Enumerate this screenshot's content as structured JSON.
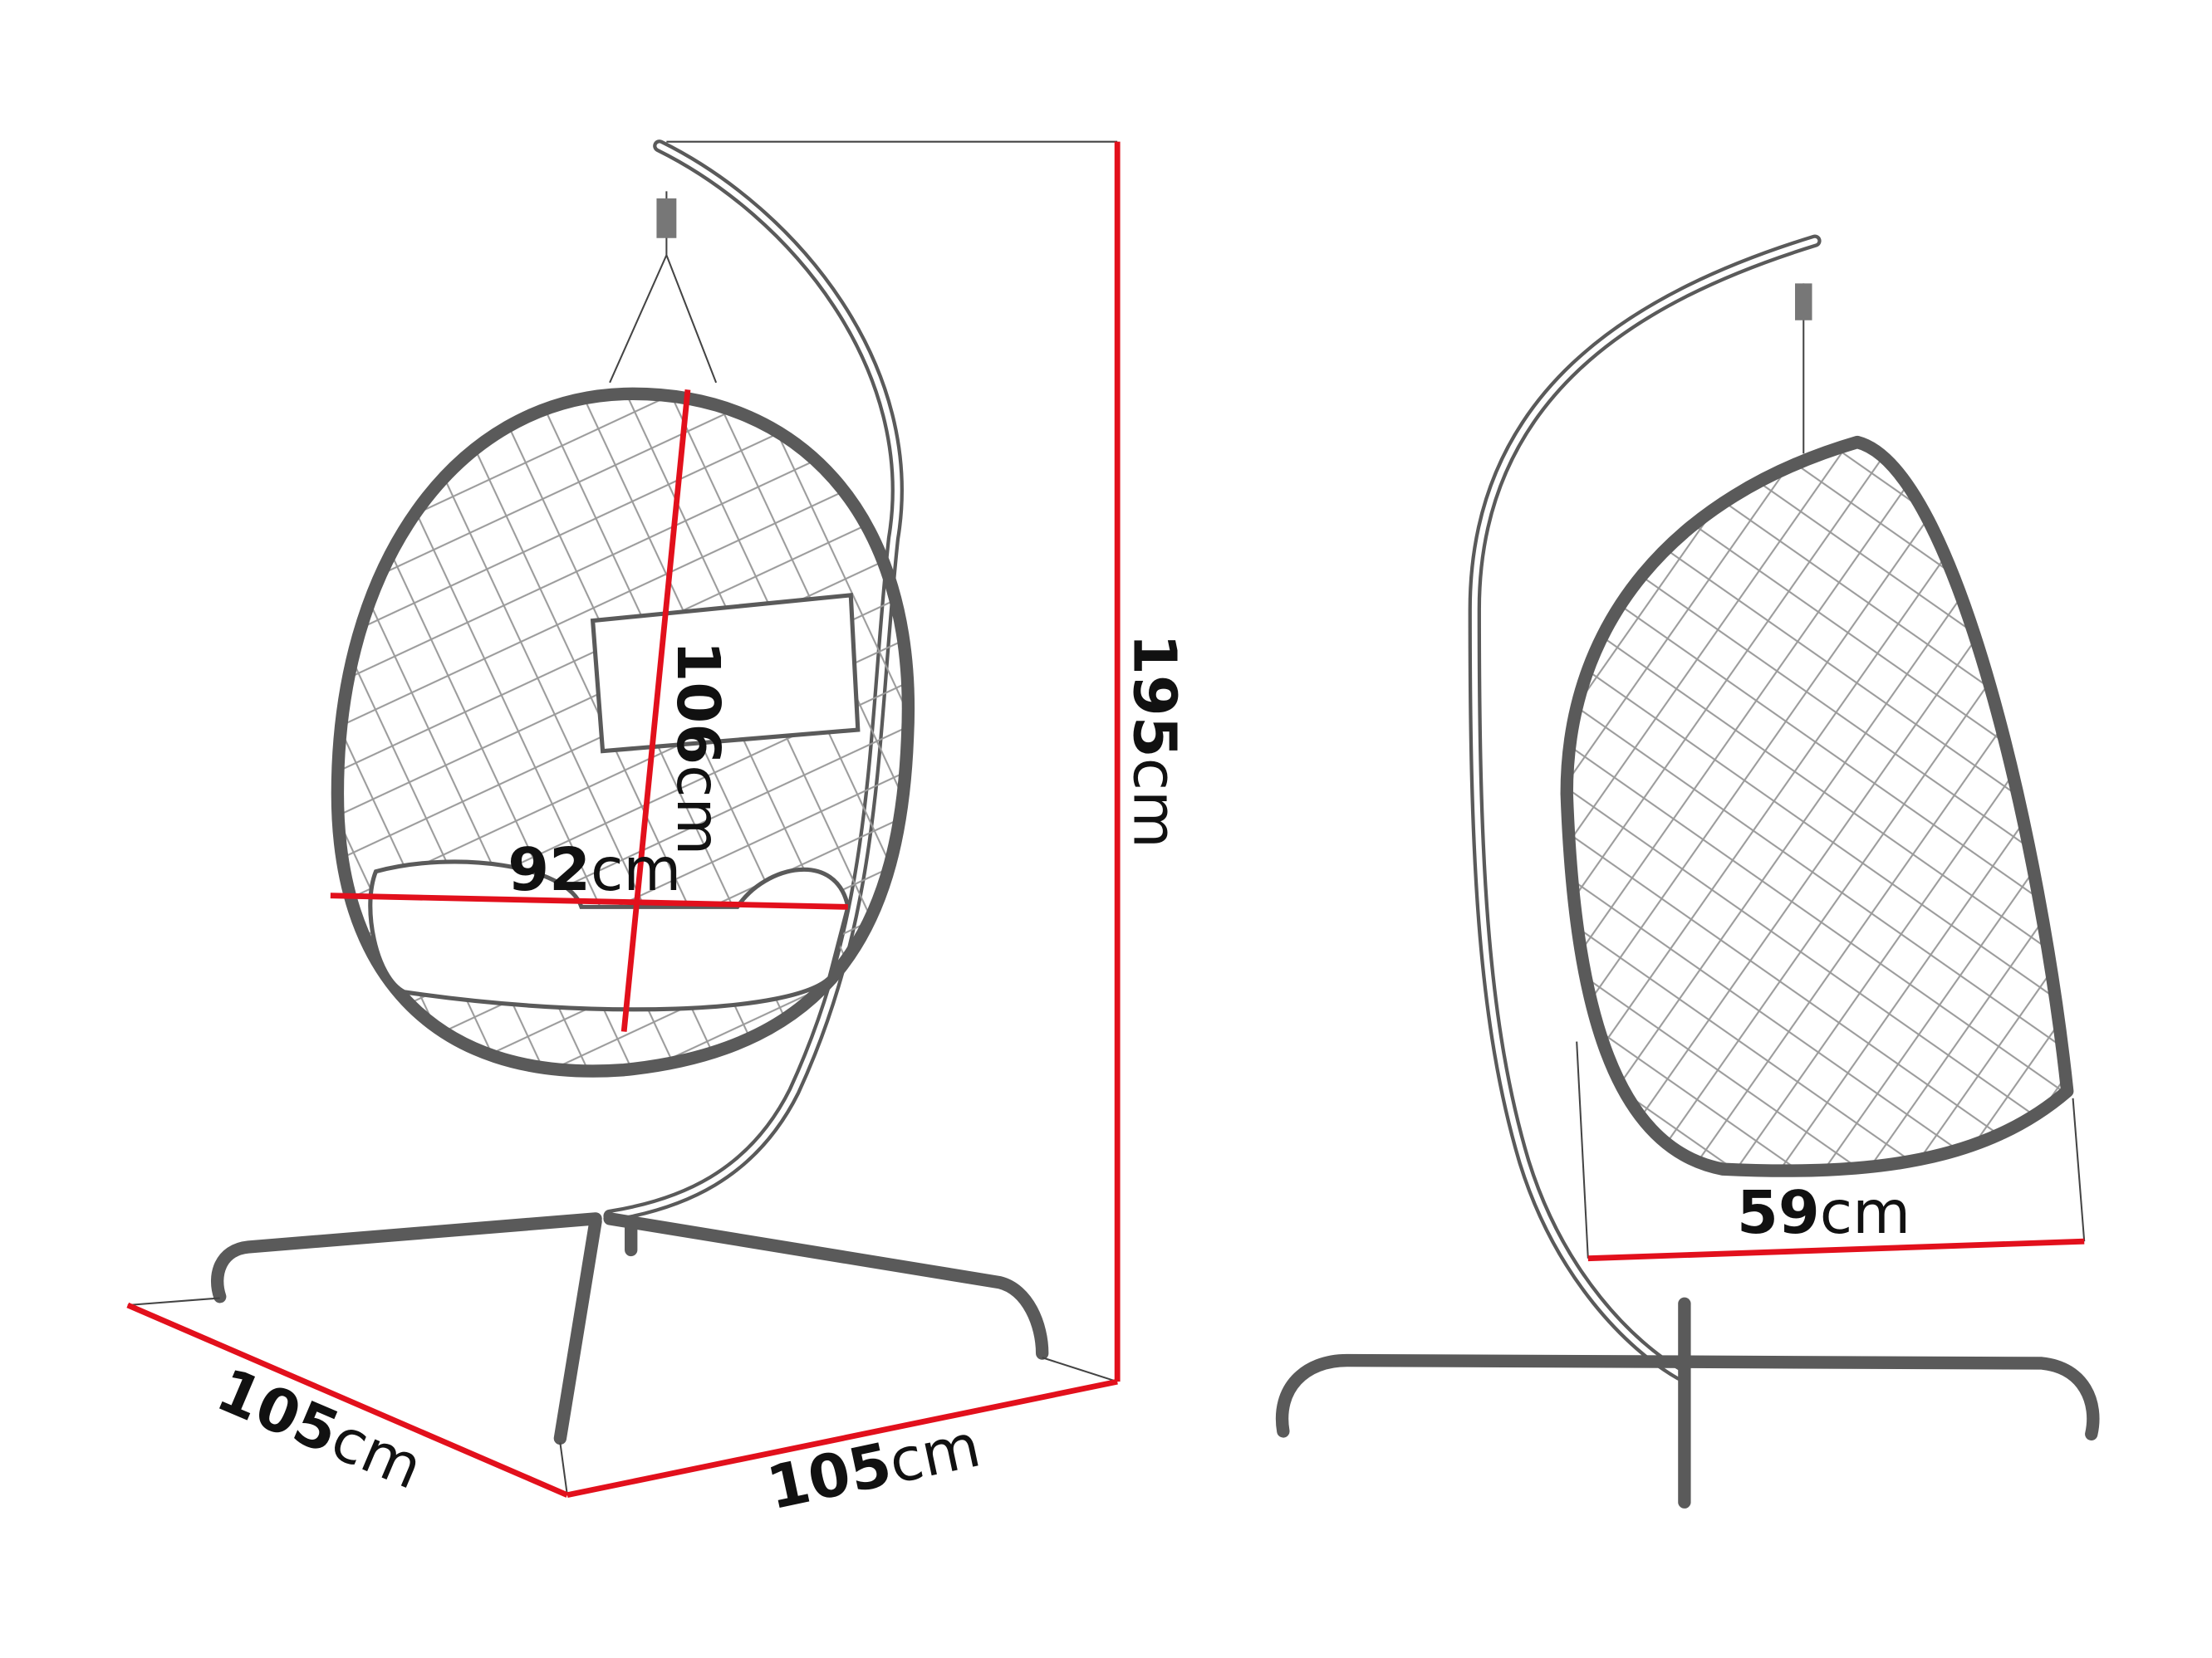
{
  "dimensions": {
    "height_total": {
      "value": "195",
      "unit": "cm"
    },
    "egg_height": {
      "value": "106",
      "unit": "cm"
    },
    "egg_width": {
      "value": "92",
      "unit": "cm"
    },
    "base_depth": {
      "value": "105",
      "unit": "cm"
    },
    "base_width": {
      "value": "105",
      "unit": "cm"
    },
    "egg_depth": {
      "value": "59",
      "unit": "cm"
    }
  },
  "colors": {
    "dimension_line": "#e2101c",
    "outline": "#5a5a5a"
  }
}
